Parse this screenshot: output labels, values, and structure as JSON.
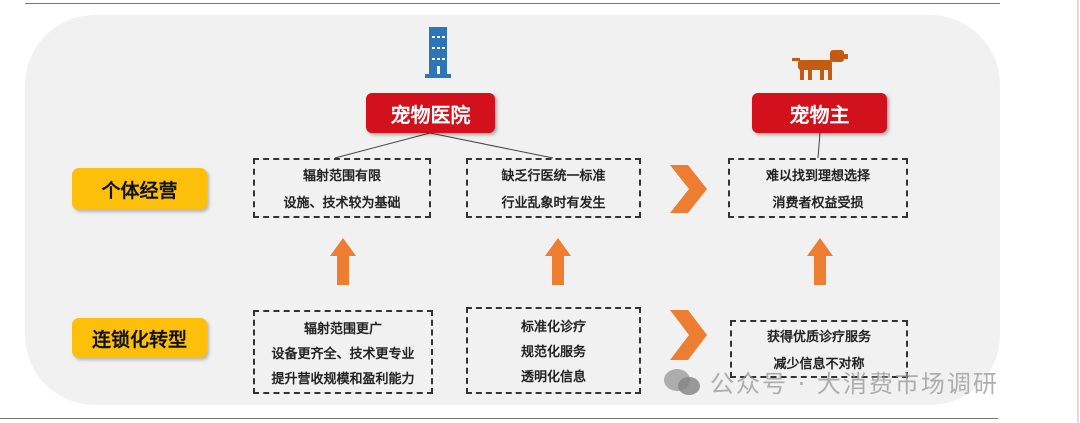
{
  "title_hospital": "宠物医院",
  "title_owner": "宠物主",
  "row_labels": [
    "个体经营",
    "连锁化转型"
  ],
  "row1": {
    "hospital_a": [
      "辐射范围有限",
      "设施、技术较为基础"
    ],
    "hospital_b": [
      "缺乏行医统一标准",
      "行业乱象时有发生"
    ],
    "owner": [
      "难以找到理想选择",
      "消费者权益受损"
    ]
  },
  "row2": {
    "hospital_a": [
      "辐射范围更广",
      "设备更齐全、技术更专业",
      "提升营收规模和盈利能力"
    ],
    "hospital_b": [
      "标准化诊疗",
      "规范化服务",
      "透明化信息"
    ],
    "owner": [
      "获得优质诊疗服务",
      "减少信息不对称"
    ]
  },
  "watermark": "公众号 · 大消费市场调研",
  "colors": {
    "red": "#d2111d",
    "yellow": "#fcbf0a",
    "orange": "#ed7d31",
    "blue": "#2e75b6"
  }
}
